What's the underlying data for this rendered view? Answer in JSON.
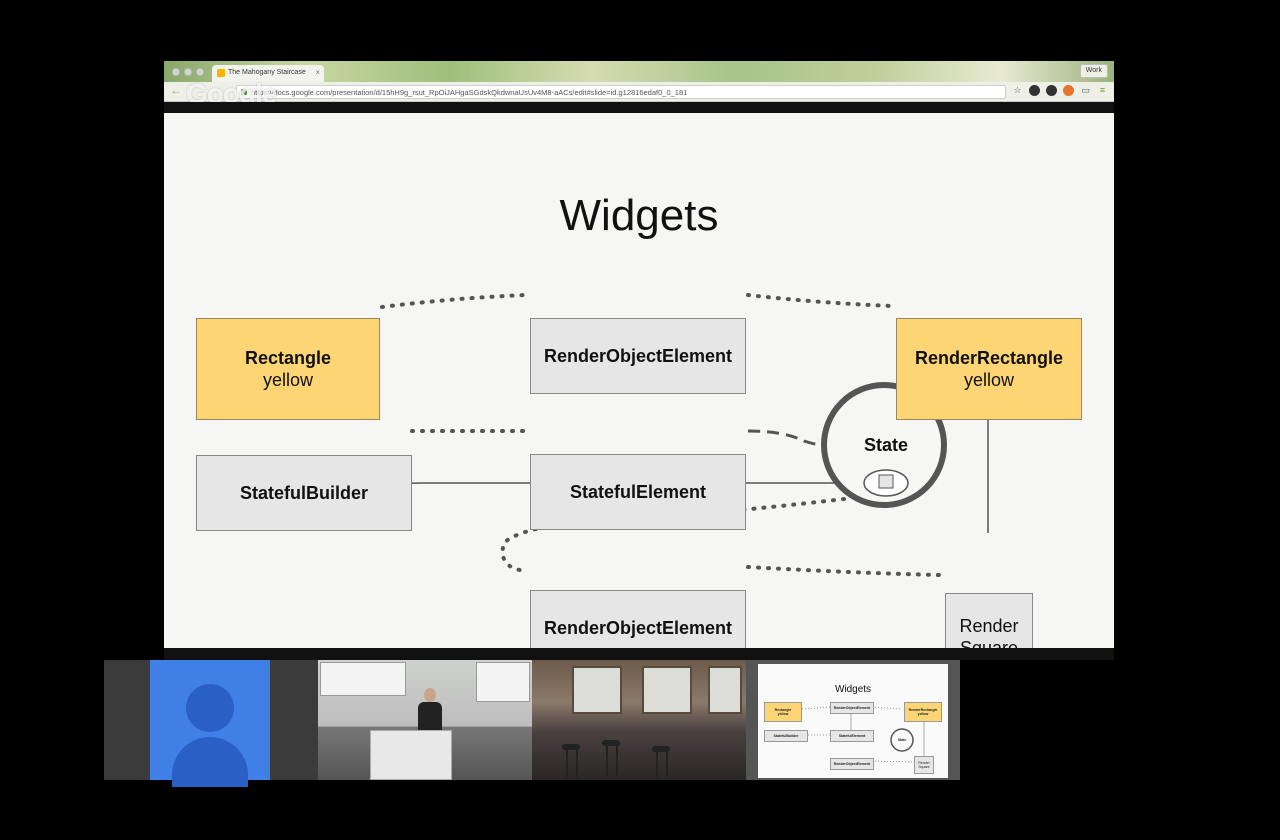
{
  "browser": {
    "tab_title": "The Mahogany Staircase",
    "tab_close": "×",
    "url": "https://docs.google.com/presentation/d/15hH9g_rsut_RpOiJAHgaSGdskQkdwnaUsUv4M8-aACs/edit#slide=id.g12816edaf0_0_181",
    "profile_badge": "Work",
    "watermark": "Google",
    "nav_arrows": "←",
    "toolbar_icons": [
      "star-icon",
      "shield-icon",
      "extension-icon",
      "heart-icon",
      "screen-icon",
      "menu-icon"
    ]
  },
  "slide": {
    "title": "Widgets",
    "boxes": {
      "rectangle": {
        "title": "Rectangle",
        "subtitle": "yellow"
      },
      "render_object_element_top": {
        "title": "RenderObjectElement"
      },
      "render_rectangle": {
        "title": "RenderRectangle",
        "subtitle": "yellow"
      },
      "stateful_builder": {
        "title": "StatefulBuilder"
      },
      "stateful_element": {
        "title": "StatefulElement"
      },
      "state": {
        "title": "State"
      },
      "render_object_element_bottom": {
        "title": "RenderObjectElement"
      },
      "render_square": {
        "title": "Render Square"
      }
    },
    "colors": {
      "yellow_box": "#fdd575",
      "gray_box": "#e6e6e6",
      "state_ring": "#555555"
    }
  },
  "participants": {
    "thumbnails": [
      "default-avatar",
      "conference-room-speaker",
      "conference-room-window",
      "presentation-slide"
    ]
  },
  "mini_slide": {
    "title": "Widgets",
    "labels": [
      "Rectangle",
      "yellow",
      "RenderObjectElement",
      "RenderRectangle",
      "yellow",
      "StatefulBuilder",
      "StatefulElement",
      "State",
      "RenderObjectElement",
      "Render",
      "Square"
    ]
  }
}
